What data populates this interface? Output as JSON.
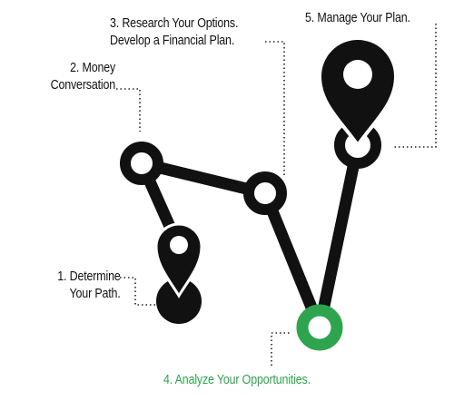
{
  "colors": {
    "path": "#111111",
    "connector": "#222222",
    "highlight": "#2ea44f",
    "background": "#ffffff"
  },
  "steps": [
    {
      "number": "1.",
      "lines": [
        "1. Determine",
        "Your Path."
      ],
      "color": "#111111",
      "marker": "pin-with-dot"
    },
    {
      "number": "2.",
      "lines": [
        "2. Money",
        "Conversation"
      ],
      "color": "#111111",
      "marker": "ring"
    },
    {
      "number": "3.",
      "lines": [
        "3. Research Your Options.",
        "Develop a Financial Plan."
      ],
      "color": "#111111",
      "marker": "ring"
    },
    {
      "number": "4.",
      "lines": [
        "4. Analyze Your Opportunities."
      ],
      "color": "#2ea44f",
      "marker": "ring-highlighted"
    },
    {
      "number": "5.",
      "lines": [
        "5. Manage Your Plan."
      ],
      "color": "#111111",
      "marker": "large-pin-with-ring"
    }
  ]
}
